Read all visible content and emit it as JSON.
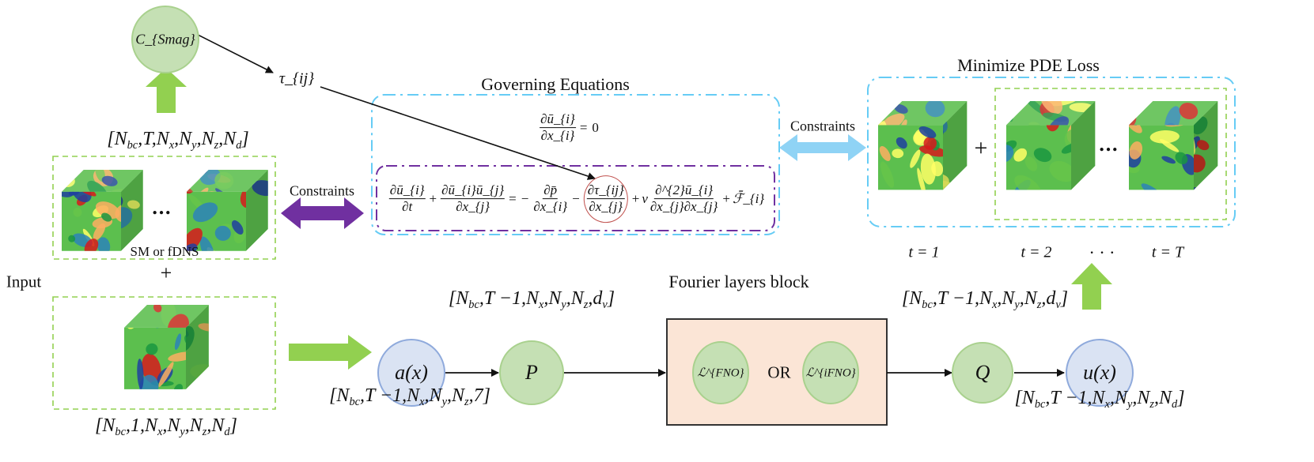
{
  "nodes": {
    "c_smag": "C_{Smag}",
    "tau": "τ_{ij}",
    "a_x": "a(x)",
    "p": "P",
    "l_fno": "ℒ^{FNO}",
    "or": "OR",
    "l_ifno": "ℒ^{iFNO}",
    "q": "Q",
    "u_x": "u(x)"
  },
  "labels": {
    "input": "Input",
    "sm_or_fdns": "SM or fDNS",
    "plus": "+",
    "ellipsis": "•••",
    "constraints_left": "Constraints",
    "constraints_right": "Constraints",
    "governing_title": "Governing Equations",
    "pde_title": "Minimize PDE Loss",
    "fourier_title": "Fourier layers block",
    "t1": "t = 1",
    "t2": "t = 2",
    "t_dots": "·   ·   ·",
    "tT": "t = T"
  },
  "dims": {
    "top_left": "[N_{bc},T,N_{x},N_{y},N_{z},N_{d}]",
    "bottom_left": "[N_{bc},1,N_{x},N_{y},N_{z},N_{d}]",
    "after_p": "[N_{bc},T −1,N_{x},N_{y},N_{z},d_{v}]",
    "a_x": "[N_{bc},T −1,N_{x},N_{y},N_{z},7]",
    "after_fourier": "[N_{bc},T −1,N_{x},N_{y},N_{z},d_{v}]",
    "u_x": "[N_{bc},T −1,N_{x},N_{y},N_{z},N_{d}]"
  },
  "equations": {
    "continuity": [
      {
        "num": "∂ū_{i}",
        "den": "∂x_{i}"
      },
      "=",
      "0"
    ],
    "momentum": [
      {
        "num": "∂ū_{i}",
        "den": "∂t"
      },
      "+",
      {
        "num": "∂ū_{i}ū_{j}",
        "den": "∂x_{j}"
      },
      "=",
      "−",
      {
        "num": "∂p̄",
        "den": "∂x_{i}"
      },
      "−",
      {
        "num": "∂τ_{ij}",
        "den": "∂x_{j}",
        "circled": true
      },
      "+",
      "ν",
      {
        "num": "∂^{2}ū_{i}",
        "den": "∂x_{j}∂x_{j}"
      },
      "+",
      "ℱ̄_{i}"
    ]
  },
  "colors": {
    "green_node": "#c5e0b4",
    "green_stroke": "#a9d18e",
    "green_arrow": "#92d050",
    "blue_node": "#dae3f3",
    "blue_stroke": "#8faadc",
    "purple": "#7030a0",
    "light_blue": "#66ccf5",
    "fourier_fill": "#fbe5d6",
    "red_circle": "#c0504d"
  }
}
